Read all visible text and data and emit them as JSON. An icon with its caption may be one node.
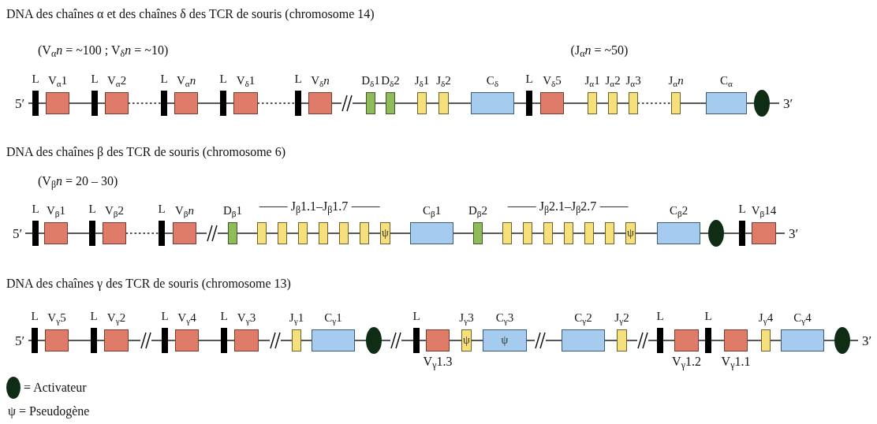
{
  "diagram": {
    "nodes": [
      {
        "text": [
          "5′"
        ]
      },
      {
        "text": [
          "L"
        ]
      },
      {
        "text": [
          "V$_{α}$1"
        ]
      },
      {
        "text": [
          "L"
        ]
      },
      {
        "text": [
          "V$_{α}$2"
        ]
      },
      {
        "text": [
          "L"
        ]
      },
      {
        "text": [
          "V$_{α}$*n*"
        ]
      },
      {
        "text": [
          "L"
        ]
      },
      {
        "text": [
          "V$_{δ}$1"
        ]
      },
      {
        "text": [
          "L"
        ]
      },
      {
        "text": [
          "V$_{δ}$*n*"
        ]
      },
      {
        "text": [],
        "shape": "break"
      },
      {
        "text": [
          "D$_{δ}$1"
        ]
      },
      {
        "text": [
          "D$_{δ}$2"
        ]
      },
      {
        "text": [
          "J$_{δ}$1"
        ]
      },
      {
        "text": [
          "J$_{δ}$2"
        ]
      },
      {
        "text": [
          "C$_{δ}$"
        ]
      },
      {
        "text": [
          "L"
        ]
      },
      {
        "text": [
          "V$_{δ}$5"
        ]
      },
      {
        "text": [
          "J$_{α}$1"
        ]
      },
      {
        "text": [
          "J$_{α}$2"
        ]
      },
      {
        "text": [
          "J$_{α}$3"
        ]
      },
      {
        "text": [
          "J$_{α}$*n*"
        ]
      },
      {
        "text": [
          "C$_{α}$"
        ]
      },
      {
        "text": [],
        "shape": "ellipse"
      },
      {
        "text": [
          "3′"
        ]
      },
      {
        "text": [
          "5′"
        ]
      },
      {
        "text": [
          "L"
        ]
      },
      {
        "text": [
          "V$_{β}$1"
        ]
      },
      {
        "text": [
          "L"
        ]
      },
      {
        "text": [
          "V$_{β}$2"
        ]
      },
      {
        "text": [
          "L"
        ]
      },
      {
        "text": [
          "V$_{β}$*n*"
        ]
      },
      {
        "text": [],
        "shape": "break"
      },
      {
        "text": [
          "D$_{β}$1"
        ]
      },
      {
        "text": [],
        "shape": "box"
      },
      {
        "text": [],
        "shape": "box"
      },
      {
        "text": [],
        "shape": "box"
      },
      {
        "text": [],
        "shape": "box"
      },
      {
        "text": [],
        "shape": "box"
      },
      {
        "text": [],
        "shape": "box"
      },
      {
        "text": [
          "ψ"
        ]
      },
      {
        "text": [
          "C$_{β}$1"
        ]
      },
      {
        "text": [
          "D$_{β}$2"
        ]
      },
      {
        "text": [],
        "shape": "box"
      },
      {
        "text": [],
        "shape": "box"
      },
      {
        "text": [],
        "shape": "box"
      },
      {
        "text": [],
        "shape": "box"
      },
      {
        "text": [],
        "shape": "box"
      },
      {
        "text": [],
        "shape": "box"
      },
      {
        "text": [
          "ψ"
        ]
      },
      {
        "text": [
          "C$_{β}$2"
        ]
      },
      {
        "text": [],
        "shape": "ellipse"
      },
      {
        "text": [
          "L"
        ]
      },
      {
        "text": [
          "V$_{β}$14"
        ]
      },
      {
        "text": [
          "3′"
        ]
      },
      {
        "text": [
          "5′"
        ]
      },
      {
        "text": [
          "L"
        ]
      },
      {
        "text": [
          "V$_{γ}$5"
        ]
      },
      {
        "text": [
          "L"
        ]
      },
      {
        "text": [
          "V$_{γ}$2"
        ]
      },
      {
        "text": [],
        "shape": "break"
      },
      {
        "text": [
          "L"
        ]
      },
      {
        "text": [
          "V$_{γ}$4"
        ]
      },
      {
        "text": [
          "L"
        ]
      },
      {
        "text": [
          "V$_{γ}$3"
        ]
      },
      {
        "text": [],
        "shape": "break"
      },
      {
        "text": [
          "J$_{γ}$1"
        ]
      },
      {
        "text": [
          "C$_{γ}$1"
        ]
      },
      {
        "text": [],
        "shape": "ellipse"
      },
      {
        "text": [],
        "shape": "break"
      },
      {
        "text": [
          "L"
        ]
      },
      {
        "text": [],
        "shape": "box",
        "beside": [
          "V$_{γ}$1.3"
        ]
      },
      {
        "text": [
          "J$_{γ}$3",
          "ψ"
        ]
      },
      {
        "text": [
          "C$_{γ}$3",
          "ψ"
        ]
      },
      {
        "text": [],
        "shape": "break"
      },
      {
        "text": [
          "C$_{γ}$2"
        ]
      },
      {
        "text": [
          "J$_{γ}$2"
        ]
      },
      {
        "text": [],
        "shape": "break"
      },
      {
        "text": [
          "L"
        ]
      },
      {
        "text": [],
        "shape": "box",
        "beside": [
          "V$_{γ}$1.2"
        ]
      },
      {
        "text": [
          "L"
        ]
      },
      {
        "text": [],
        "shape": "box",
        "beside": [
          "V$_{γ}$1.1"
        ]
      },
      {
        "text": [
          "J$_{γ}$4"
        ]
      },
      {
        "text": [
          "C$_{γ}$4"
        ]
      },
      {
        "text": [],
        "shape": "ellipse"
      },
      {
        "text": [
          "3′"
        ]
      }
    ],
    "edges": [
      {
        "from": 0,
        "to": 1,
        "arrow": "none"
      },
      {
        "from": 1,
        "to": 2,
        "arrow": "none"
      },
      {
        "from": 2,
        "to": 3,
        "arrow": "none"
      },
      {
        "from": 3,
        "to": 4,
        "arrow": "none"
      },
      {
        "from": 4,
        "to": 5,
        "arrow": "none",
        "style": "dashed"
      },
      {
        "from": 5,
        "to": 6,
        "arrow": "none"
      },
      {
        "from": 6,
        "to": 7,
        "arrow": "none"
      },
      {
        "from": 7,
        "to": 8,
        "arrow": "none"
      },
      {
        "from": 8,
        "to": 9,
        "arrow": "none",
        "style": "dashed"
      },
      {
        "from": 9,
        "to": 10,
        "arrow": "none"
      },
      {
        "from": 10,
        "to": 11,
        "arrow": "none"
      },
      {
        "from": 11,
        "to": 12,
        "arrow": "none"
      },
      {
        "from": 12,
        "to": 13,
        "arrow": "none"
      },
      {
        "from": 13,
        "to": 14,
        "arrow": "none"
      },
      {
        "from": 14,
        "to": 15,
        "arrow": "none"
      },
      {
        "from": 15,
        "to": 16,
        "arrow": "none"
      },
      {
        "from": 16,
        "to": 17,
        "arrow": "none"
      },
      {
        "from": 17,
        "to": 18,
        "arrow": "none"
      },
      {
        "from": 18,
        "to": 19,
        "arrow": "none"
      },
      {
        "from": 19,
        "to": 20,
        "arrow": "none"
      },
      {
        "from": 20,
        "to": 21,
        "arrow": "none"
      },
      {
        "from": 21,
        "to": 22,
        "arrow": "none",
        "style": "dashed"
      },
      {
        "from": 22,
        "to": 23,
        "arrow": "none"
      },
      {
        "from": 23,
        "to": 24,
        "arrow": "none"
      },
      {
        "from": 24,
        "to": 25,
        "arrow": "none"
      },
      {
        "from": 26,
        "to": 27,
        "arrow": "none"
      },
      {
        "from": 27,
        "to": 28,
        "arrow": "none"
      },
      {
        "from": 28,
        "to": 29,
        "arrow": "none"
      },
      {
        "from": 29,
        "to": 30,
        "arrow": "none"
      },
      {
        "from": 30,
        "to": 31,
        "arrow": "none",
        "style": "dashed"
      },
      {
        "from": 31,
        "to": 32,
        "arrow": "none"
      },
      {
        "from": 32,
        "to": 33,
        "arrow": "none"
      },
      {
        "from": 33,
        "to": 34,
        "arrow": "none"
      },
      {
        "from": 34,
        "to": 35,
        "arrow": "none"
      },
      {
        "from": 35,
        "to": 36,
        "arrow": "none"
      },
      {
        "from": 36,
        "to": 37,
        "arrow": "none"
      },
      {
        "from": 37,
        "to": 38,
        "arrow": "none"
      },
      {
        "from": 38,
        "to": 39,
        "arrow": "none"
      },
      {
        "from": 39,
        "to": 40,
        "arrow": "none"
      },
      {
        "from": 40,
        "to": 41,
        "arrow": "none"
      },
      {
        "from": 41,
        "to": 42,
        "arrow": "none"
      },
      {
        "from": 42,
        "to": 43,
        "arrow": "none"
      },
      {
        "from": 43,
        "to": 44,
        "arrow": "none"
      },
      {
        "from": 44,
        "to": 45,
        "arrow": "none"
      },
      {
        "from": 45,
        "to": 46,
        "arrow": "none"
      },
      {
        "from": 46,
        "to": 47,
        "arrow": "none"
      },
      {
        "from": 47,
        "to": 48,
        "arrow": "none"
      },
      {
        "from": 48,
        "to": 49,
        "arrow": "none"
      },
      {
        "from": 49,
        "to": 50,
        "arrow": "none"
      },
      {
        "from": 50,
        "to": 51,
        "arrow": "none"
      },
      {
        "from": 51,
        "to": 52,
        "arrow": "none"
      },
      {
        "from": 52,
        "to": 53,
        "arrow": "none"
      },
      {
        "from": 53,
        "to": 54,
        "arrow": "none"
      },
      {
        "from": 54,
        "to": 55,
        "arrow": "none"
      },
      {
        "from": 56,
        "to": 57,
        "arrow": "none"
      },
      {
        "from": 57,
        "to": 58,
        "arrow": "none"
      },
      {
        "from": 58,
        "to": 59,
        "arrow": "none"
      },
      {
        "from": 59,
        "to": 60,
        "arrow": "none"
      },
      {
        "from": 60,
        "to": 61,
        "arrow": "none"
      },
      {
        "from": 61,
        "to": 62,
        "arrow": "none"
      },
      {
        "from": 62,
        "to": 63,
        "arrow": "none"
      },
      {
        "from": 63,
        "to": 64,
        "arrow": "none"
      },
      {
        "from": 64,
        "to": 65,
        "arrow": "none"
      },
      {
        "from": 65,
        "to": 66,
        "arrow": "none"
      },
      {
        "from": 66,
        "to": 67,
        "arrow": "none"
      },
      {
        "from": 67,
        "to": 68,
        "arrow": "none"
      },
      {
        "from": 68,
        "to": 69,
        "arrow": "none"
      },
      {
        "from": 69,
        "to": 70,
        "arrow": "none"
      },
      {
        "from": 70,
        "to": 71,
        "arrow": "none"
      },
      {
        "from": 71,
        "to": 72,
        "arrow": "none"
      },
      {
        "from": 72,
        "to": 73,
        "arrow": "none"
      },
      {
        "from": 73,
        "to": 74,
        "arrow": "none"
      },
      {
        "from": 74,
        "to": 75,
        "arrow": "none"
      },
      {
        "from": 75,
        "to": 76,
        "arrow": "none"
      },
      {
        "from": 76,
        "to": 77,
        "arrow": "none"
      },
      {
        "from": 77,
        "to": 78,
        "arrow": "none"
      },
      {
        "from": 78,
        "to": 79,
        "arrow": "none"
      },
      {
        "from": 79,
        "to": 80,
        "arrow": "none"
      },
      {
        "from": 80,
        "to": 81,
        "arrow": "none"
      },
      {
        "from": 81,
        "to": 82,
        "arrow": "none"
      },
      {
        "from": 82,
        "to": 83,
        "arrow": "none"
      },
      {
        "from": 83,
        "to": 84,
        "arrow": "none"
      },
      {
        "from": 84,
        "to": 85,
        "arrow": "none"
      },
      {
        "from": 85,
        "to": 86,
        "arrow": "none"
      }
    ],
    "labels": [
      "DNA des chaînes α et des chaînes δ des TCR de souris (chromosome 14)",
      "(V$_{α}$*n* = ~100 ; V$_{δ}$*n* = ~10)",
      "(J$_{α}$*n* = ~50)",
      "DNA des chaînes β des TCR de souris (chromosome 6)",
      "(V$_{β}$*n* = 20 – 30)",
      "J$_{β}$1.1–J$_{β}$1.7",
      "J$_{β}$2.1–J$_{β}$2.7",
      "DNA des chaînes γ des TCR de souris (chromosome 13)"
    ],
    "legend": [
      {
        "text": "= Activateur"
      },
      {
        "text": "ψ = Pseudogène"
      }
    ]
  }
}
